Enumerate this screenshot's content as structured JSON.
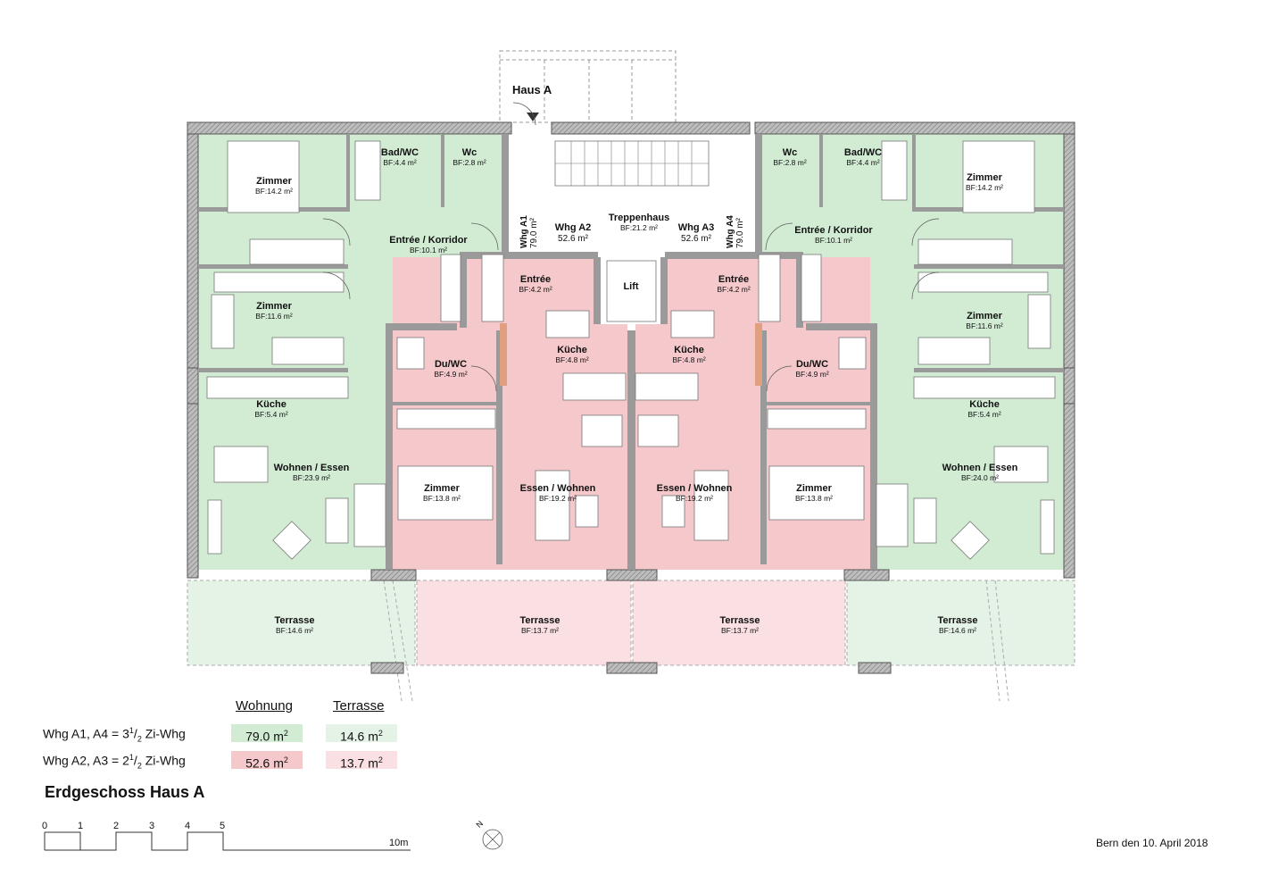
{
  "colors": {
    "green": "#d2ecd4",
    "red": "#f5c8cb",
    "terrace_green": "#e5f3e6",
    "terrace_red": "#fae0e2",
    "wall": "#9a9a9a"
  },
  "house_label": "Haus A",
  "core": {
    "treppenhaus": {
      "name": "Treppenhaus",
      "area": "BF:21.2 m²"
    },
    "lift": "Lift",
    "whg_a1_vertical": "Whg A1",
    "whg_a1_area_vertical": "79.0 m²",
    "whg_a4_vertical": "Whg A4",
    "whg_a4_area_vertical": "79.0 m²",
    "whg_a2": {
      "name": "Whg A2",
      "area": "52.6 m²"
    },
    "whg_a3": {
      "name": "Whg A3",
      "area": "52.6 m²"
    }
  },
  "rooms_a1": {
    "zimmer1": {
      "name": "Zimmer",
      "area": "BF:14.2 m²"
    },
    "bad": {
      "name": "Bad/WC",
      "area": "BF:4.4 m²"
    },
    "wc": {
      "name": "Wc",
      "area": "BF:2.8 m²"
    },
    "entree": {
      "name": "Entrée / Korridor",
      "area": "BF:10.1 m²"
    },
    "zimmer2": {
      "name": "Zimmer",
      "area": "BF:11.6 m²"
    },
    "kueche": {
      "name": "Küche",
      "area": "BF:5.4 m²"
    },
    "wohnen": {
      "name": "Wohnen / Essen",
      "area": "BF:23.9 m²"
    },
    "terrasse": {
      "name": "Terrasse",
      "area": "BF:14.6 m²"
    }
  },
  "rooms_a2": {
    "entree": {
      "name": "Entrée",
      "area": "BF:4.2 m²"
    },
    "duwc": {
      "name": "Du/WC",
      "area": "BF:4.9 m²"
    },
    "kueche": {
      "name": "Küche",
      "area": "BF:4.8 m²"
    },
    "zimmer": {
      "name": "Zimmer",
      "area": "BF:13.8 m²"
    },
    "essen": {
      "name": "Essen / Wohnen",
      "area": "BF:19.2 m²"
    },
    "terrasse": {
      "name": "Terrasse",
      "area": "BF:13.7 m²"
    }
  },
  "rooms_a3": {
    "entree": {
      "name": "Entrée",
      "area": "BF:4.2 m²"
    },
    "duwc": {
      "name": "Du/WC",
      "area": "BF:4.9 m²"
    },
    "kueche": {
      "name": "Küche",
      "area": "BF:4.8 m²"
    },
    "zimmer": {
      "name": "Zimmer",
      "area": "BF:13.8 m²"
    },
    "essen": {
      "name": "Essen / Wohnen",
      "area": "BF:19.2 m²"
    },
    "terrasse": {
      "name": "Terrasse",
      "area": "BF:13.7 m²"
    }
  },
  "rooms_a4": {
    "zimmer1": {
      "name": "Zimmer",
      "area": "BF:14.2 m²"
    },
    "bad": {
      "name": "Bad/WC",
      "area": "BF:4.4 m²"
    },
    "wc": {
      "name": "Wc",
      "area": "BF:2.8 m²"
    },
    "entree": {
      "name": "Entrée / Korridor",
      "area": "BF:10.1 m²"
    },
    "zimmer2": {
      "name": "Zimmer",
      "area": "BF:11.6 m²"
    },
    "kueche": {
      "name": "Küche",
      "area": "BF:5.4 m²"
    },
    "wohnen": {
      "name": "Wohnen / Essen",
      "area": "BF:24.0 m²"
    },
    "terrasse": {
      "name": "Terrasse",
      "area": "BF:14.6 m²"
    }
  },
  "legend": {
    "col_wohnung": "Wohnung",
    "col_terrasse": "Terrasse",
    "row1_label_pre": "Whg A1, A4 = 3",
    "row1_frac_num": "1",
    "row1_frac_den": "2",
    "row1_label_post": " Zi-Whg",
    "row1_wohnung": "79.0 m",
    "row1_terrasse": "14.6 m",
    "row2_label_pre": "Whg A2, A3 = 2",
    "row2_frac_num": "1",
    "row2_frac_den": "2",
    "row2_label_post": " Zi-Whg",
    "row2_wohnung": "52.6 m",
    "row2_terrasse": "13.7 m",
    "sup": "2"
  },
  "title": "Erdgeschoss Haus A",
  "scale": {
    "ticks": [
      "0",
      "1",
      "2",
      "3",
      "4",
      "5"
    ],
    "end": "10m"
  },
  "north_label": "N",
  "date": "Bern den 10. April 2018"
}
